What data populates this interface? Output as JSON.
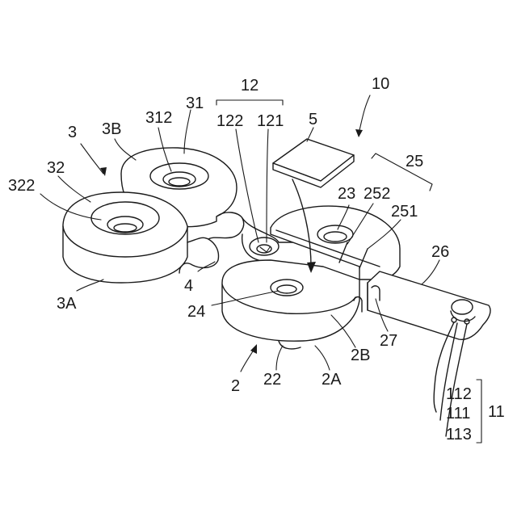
{
  "labels": {
    "l10": "10",
    "l12": "12",
    "l122": "122",
    "l121": "121",
    "l5": "5",
    "l3": "3",
    "l3B": "3B",
    "l312": "312",
    "l31": "31",
    "l32": "32",
    "l322": "322",
    "l3A": "3A",
    "l4": "4",
    "l25": "25",
    "l23": "23",
    "l252": "252",
    "l251": "251",
    "l26": "26",
    "l24": "24",
    "l27": "27",
    "l2B": "2B",
    "l2": "2",
    "l22": "22",
    "l2A": "2A",
    "l112": "112",
    "l111": "111",
    "l113": "113",
    "l11": "11"
  }
}
